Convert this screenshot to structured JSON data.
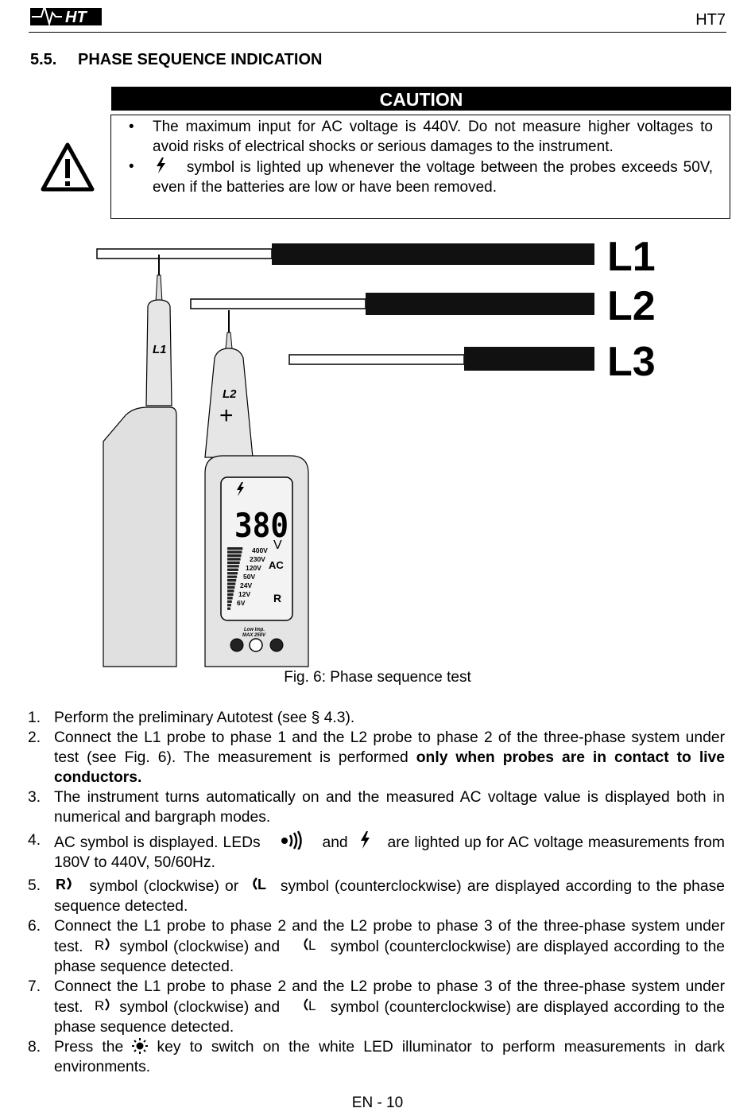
{
  "header": {
    "logo_text": "HT",
    "doc_code": "HT7"
  },
  "section": {
    "number": "5.5.",
    "title": "PHASE SEQUENCE INDICATION"
  },
  "caution": {
    "heading": "CAUTION",
    "bullet": "•",
    "item1": "The maximum input for AC voltage is 440V. Do not measure higher voltages to avoid risks of electrical shocks or serious damages to the instrument.",
    "item2": "symbol is lighted up whenever the voltage between the probes exceeds 50V, even if the batteries are low or have been removed."
  },
  "figure": {
    "phase_labels": [
      "L1",
      "L2",
      "L3"
    ],
    "probe1_label": "L1",
    "probe2_label": "L2",
    "plus_sign": "+",
    "display_reading": "380",
    "display_unit": "V",
    "display_mode": "AC",
    "display_rotation": "R",
    "bargraph_labels": [
      "400V",
      "230V",
      "120V",
      "50V",
      "24V",
      "12V",
      "6V"
    ],
    "button_label_top": "Low Imp.",
    "button_label_bottom": "MAX 250V",
    "caption": "Fig. 6: Phase sequence test"
  },
  "steps": {
    "s1_num": "1.",
    "s1": "Perform the preliminary Autotest (see § 4.3).",
    "s2_num": "2.",
    "s2_a": "Connect the L1 probe to phase 1 and the L2 probe to phase 2 of the three-phase system under test (see Fig. 6). The measurement is performed ",
    "s2_b": "only when probes are in contact to live conductors.",
    "s3_num": "3.",
    "s3": "The instrument turns automatically on and the measured AC voltage value is displayed both in numerical and bargraph modes.",
    "s4_num": "4.",
    "s4_a": "AC symbol is displayed. LEDs",
    "s4_b": "and",
    "s4_c": "are lighted up for AC voltage measurements from 180V to 440V, 50/60Hz.",
    "s5_num": "5.",
    "s5_a": "symbol (clockwise) or",
    "s5_b": "symbol (counterclockwise) are displayed according to the phase sequence detected.",
    "s6_num": "6.",
    "s6_a": "Connect the L1 probe to phase 2 and the L2 probe to phase 3 of the three-phase system under test.",
    "s6_b": "symbol (clockwise) and",
    "s6_c": "symbol (counterclockwise) are displayed according to the phase sequence detected.",
    "s7_num": "7.",
    "s7_a": "Connect the L1 probe to phase 2 and the L2 probe to phase 3 of the three-phase system under test.",
    "s7_b": "symbol (clockwise) and",
    "s7_c": "symbol (counterclockwise) are displayed according to the phase sequence detected.",
    "s8_num": "8.",
    "s8_a": "Press the",
    "s8_b": "key to switch on the white LED illuminator to perform measurements in dark environments."
  },
  "footer": {
    "page": "EN - 10"
  }
}
